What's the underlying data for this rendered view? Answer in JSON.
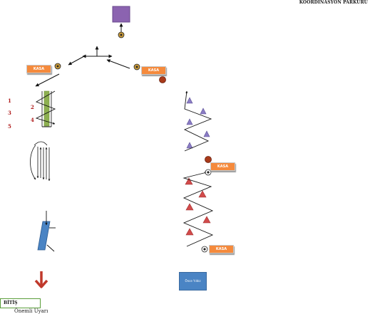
{
  "title": "KOORDİNASYON PARKURU",
  "station_label": "KASA",
  "rung_numbers": [
    "1",
    "2",
    "3",
    "4",
    "5"
  ],
  "obstacle_label": "Önce Yıldız",
  "finish_label": "BİTİŞ",
  "note_label": "Önemli Uyarı",
  "colors": {
    "start_box": "#8b63b0",
    "station": "#f58a3c",
    "ladder": "#8db050",
    "slalom_upper": "#8a7cc4",
    "slalom_lower": "#d24b4b",
    "bench": "#4a84c4",
    "finish_arrow": "#c0392b"
  }
}
